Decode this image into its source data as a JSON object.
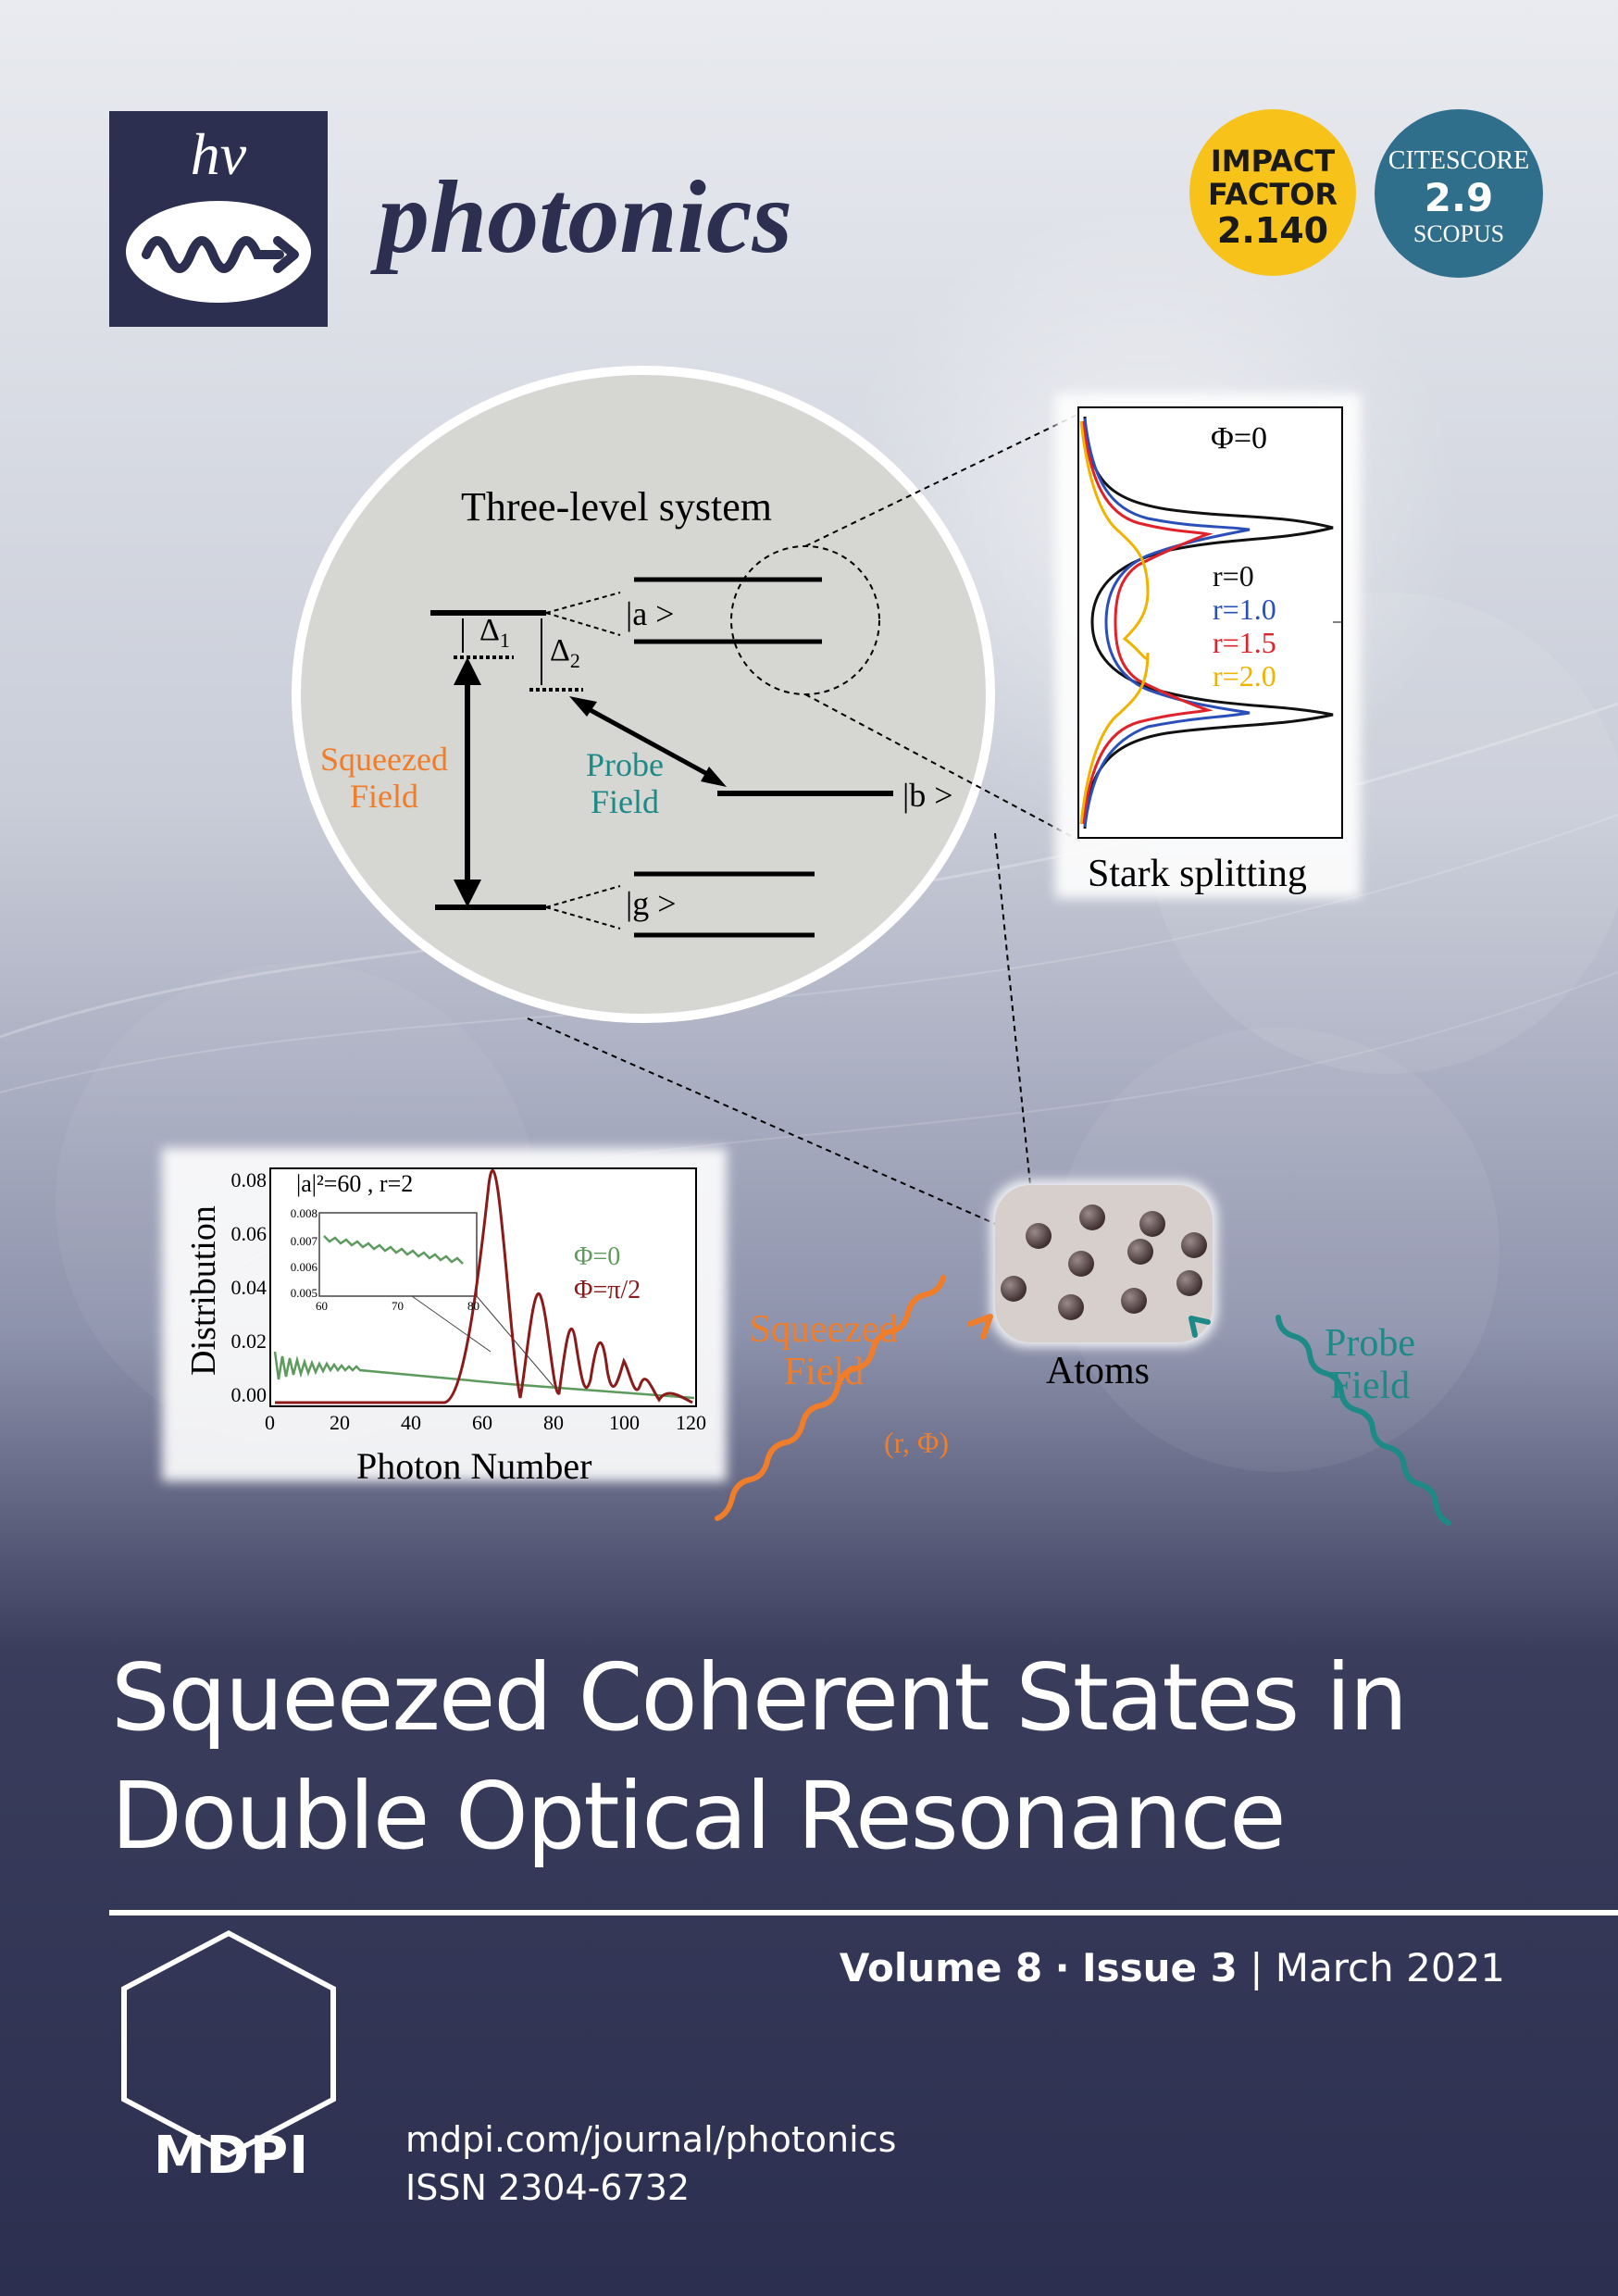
{
  "journal": {
    "logo_text": "hv",
    "name": "photonics"
  },
  "badges": {
    "impact": {
      "line1": "IMPACT",
      "line2": "FACTOR",
      "value": "2.140"
    },
    "citescore": {
      "label": "CITESCORE",
      "value": "2.9",
      "source": "SCOPUS"
    }
  },
  "diagram": {
    "title": "Three-level system",
    "levels": {
      "a": "|a >",
      "b": "|b >",
      "g": "|g >"
    },
    "delta1": "Δ",
    "delta1_sub": "1",
    "delta2": "Δ",
    "delta2_sub": "2",
    "squeezed_field": [
      "Squeezed",
      "Field"
    ],
    "probe_field": [
      "Probe",
      "Field"
    ]
  },
  "stark": {
    "phi_label": "Φ=0",
    "caption": "Stark splitting",
    "legend": [
      {
        "label": "r=0",
        "color": "#111111"
      },
      {
        "label": "r=1.0",
        "color": "#2a4fb8"
      },
      {
        "label": "r=1.5",
        "color": "#e0232b"
      },
      {
        "label": "r=2.0",
        "color": "#f0b400"
      }
    ]
  },
  "distribution": {
    "ylabel": "Distribution",
    "xlabel": "Photon Number",
    "params": "|a|²=60 ,   r=2",
    "x_ticks": [
      "0",
      "20",
      "40",
      "60",
      "80",
      "100",
      "120"
    ],
    "y_ticks": [
      "0.00",
      "0.02",
      "0.04",
      "0.06",
      "0.08"
    ],
    "inset_x_ticks": [
      "60",
      "70",
      "80"
    ],
    "inset_y_ticks": [
      "0.005",
      "0.006",
      "0.007",
      "0.008"
    ],
    "legend": [
      {
        "label": "Φ=0",
        "color": "#5e9a5e"
      },
      {
        "label": "Φ=π/2",
        "color": "#8b1a1a"
      }
    ]
  },
  "atoms": {
    "label": "Atoms",
    "squeezed_field": [
      "Squeezed",
      "Field"
    ],
    "probe_field": [
      "Probe",
      "Field"
    ],
    "params": "(r, Φ)"
  },
  "cover": {
    "title_line1": "Squeezed Coherent States in",
    "title_line2": "Double Optical Resonance",
    "volume": "Volume 8",
    "separator": "·",
    "issue": "Issue 3",
    "bar": "|",
    "date": "March 2021"
  },
  "publisher": {
    "name": "MDPI",
    "url": "mdpi.com/journal/photonics",
    "issn": "ISSN 2304-6732"
  },
  "colors": {
    "navy": "#2c2f4f",
    "squeezed": "#f07d2a",
    "probe": "#1e8a88",
    "impact": "#f7c21a",
    "citescore": "#2f6f8c"
  }
}
